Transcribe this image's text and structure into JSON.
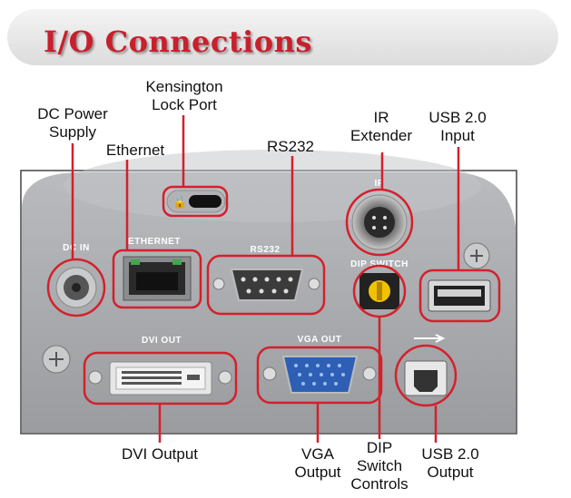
{
  "title": "I/O Connections",
  "callouts": {
    "dc_power": "DC Power\nSupply",
    "kensington": "Kensington\nLock Port",
    "ethernet": "Ethernet",
    "rs232": "RS232",
    "ir": "IR\nExtender",
    "usb_input": "USB 2.0\nInput",
    "dvi": "DVI Output",
    "vga": "VGA\nOutput",
    "dip": "DIP\nSwitch\nControls",
    "usb_output": "USB 2.0\nOutput"
  },
  "panel_labels": {
    "dc_in": "DC IN",
    "ethernet": "ETHERNET",
    "rs232": "RS232",
    "ir": "IR",
    "dip_switch": "DIP SWITCH",
    "dvi_out": "DVI OUT",
    "vga_out": "VGA OUT"
  },
  "colors": {
    "accent": "#d4202c",
    "panel": "#a7a9ac",
    "banner_text": "#c8202c"
  }
}
